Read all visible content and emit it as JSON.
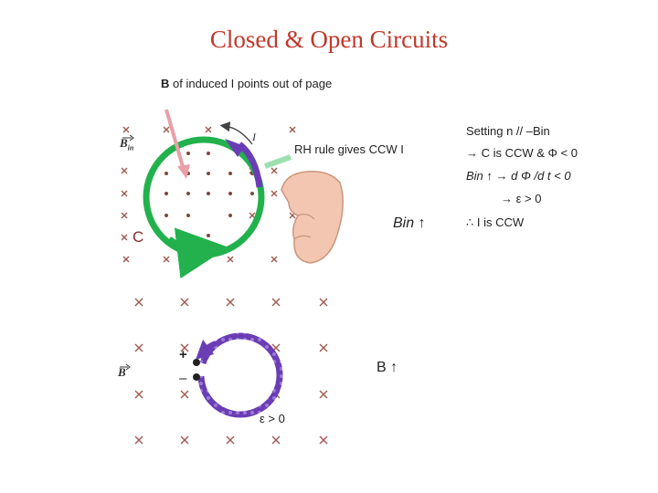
{
  "title": "Closed & Open Circuits",
  "top_note": {
    "bold": "B",
    "rest": " of induced I points out of page"
  },
  "right": {
    "setting": "Setting n // –Bin",
    "line1": "→  C is CCW  &   Φ < 0",
    "line2": "Bin ↑   →    d Φ /d t < 0",
    "line3": "→   ε > 0",
    "line4": "∴   I  is CCW"
  },
  "upper": {
    "rh_label": "RH rule gives CCW I",
    "b_in_arrow": "Bin ↑",
    "c_label": "C",
    "b_vec": "B",
    "b_sub": "in",
    "current_label": "I"
  },
  "lower": {
    "b_arrow": "B ↑",
    "plus": "+",
    "minus": "–",
    "emf": "ε > 0",
    "b_vec": "B"
  },
  "colors": {
    "title": "#c0392b",
    "green_loop": "#22b14c",
    "purple": "#6a3db4",
    "pink_arrow": "#e8a0a8",
    "cross": "#a05a50"
  }
}
